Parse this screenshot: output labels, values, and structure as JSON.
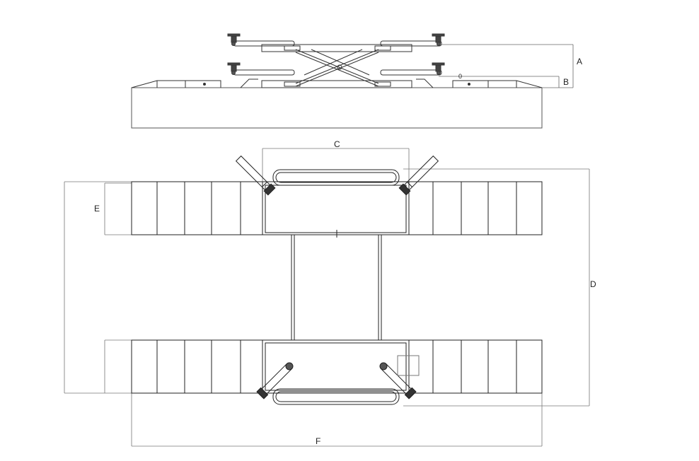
{
  "diagram": {
    "dimension_labels": {
      "A": "A",
      "B": "B",
      "C": "C",
      "D": "D",
      "E": "E",
      "F": "F"
    },
    "side_view_small_mark": "0"
  }
}
